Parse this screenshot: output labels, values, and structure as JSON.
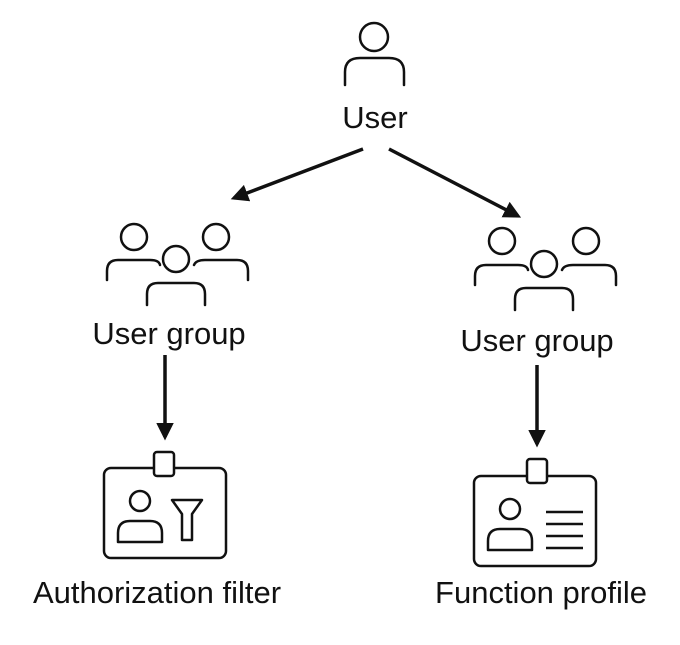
{
  "colors": {
    "stroke": "#111111",
    "text": "#111111",
    "background": "#ffffff"
  },
  "nodes": {
    "user": {
      "label": "User",
      "icon": "user-icon"
    },
    "group_left": {
      "label": "User group",
      "icon": "user-group-icon"
    },
    "group_right": {
      "label": "User group",
      "icon": "user-group-icon"
    },
    "authorization_filter": {
      "label": "Authorization filter",
      "icon": "id-badge-filter-icon"
    },
    "function_profile": {
      "label": "Function profile",
      "icon": "id-badge-profile-icon"
    }
  },
  "edges": [
    {
      "from": "user",
      "to": "group_left"
    },
    {
      "from": "user",
      "to": "group_right"
    },
    {
      "from": "group_left",
      "to": "authorization_filter"
    },
    {
      "from": "group_right",
      "to": "function_profile"
    }
  ]
}
